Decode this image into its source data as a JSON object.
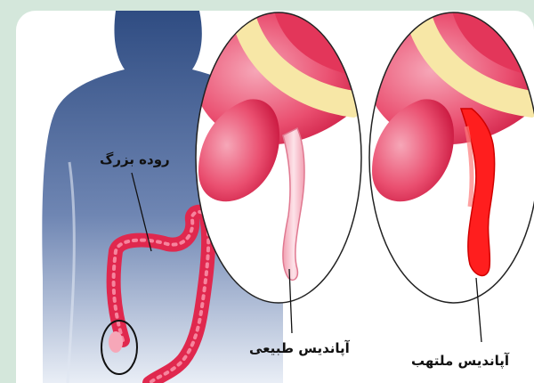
{
  "labels": {
    "large_intestine": "روده بزرگ",
    "normal_appendix": "آپاندیس طبیعی",
    "inflamed_appendix": "آپاندیس ملتهب"
  },
  "colors": {
    "background": "#d4e7db",
    "body_silhouette": "#3f5f93",
    "colon": "#e0284e",
    "cecum_tissue": "#f06a86",
    "fat_band": "#f7e7a6",
    "normal_appendix": "#f7b8c4",
    "inflamed_appendix": "#ff1e1e"
  }
}
